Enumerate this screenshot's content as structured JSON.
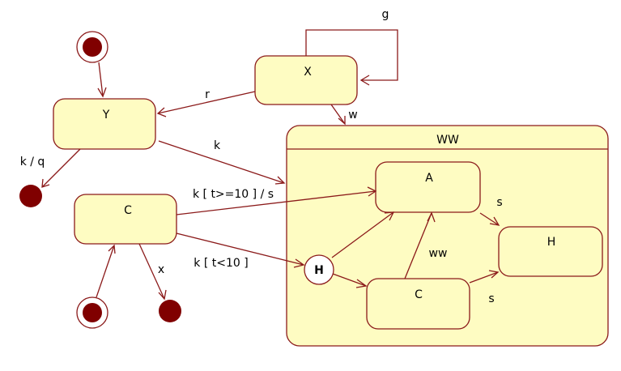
{
  "states": {
    "x": "X",
    "y": "Y",
    "c_outer": "C",
    "composite": "WW",
    "a": "A",
    "c_inner": "C",
    "h": "H",
    "history": "H"
  },
  "transitions": {
    "g": "g",
    "r": "r",
    "w": "w",
    "k": "k",
    "kq": "k / q",
    "k_ge": "k [ t>=10 ]  / s",
    "k_lt": "k [ t<10 ]",
    "x": "x",
    "s_top": "s",
    "s_bottom": "s",
    "ww": "ww"
  },
  "colors": {
    "state_fill": "#fefcc2",
    "stroke": "#8b1a1a",
    "dot": "#800000"
  }
}
